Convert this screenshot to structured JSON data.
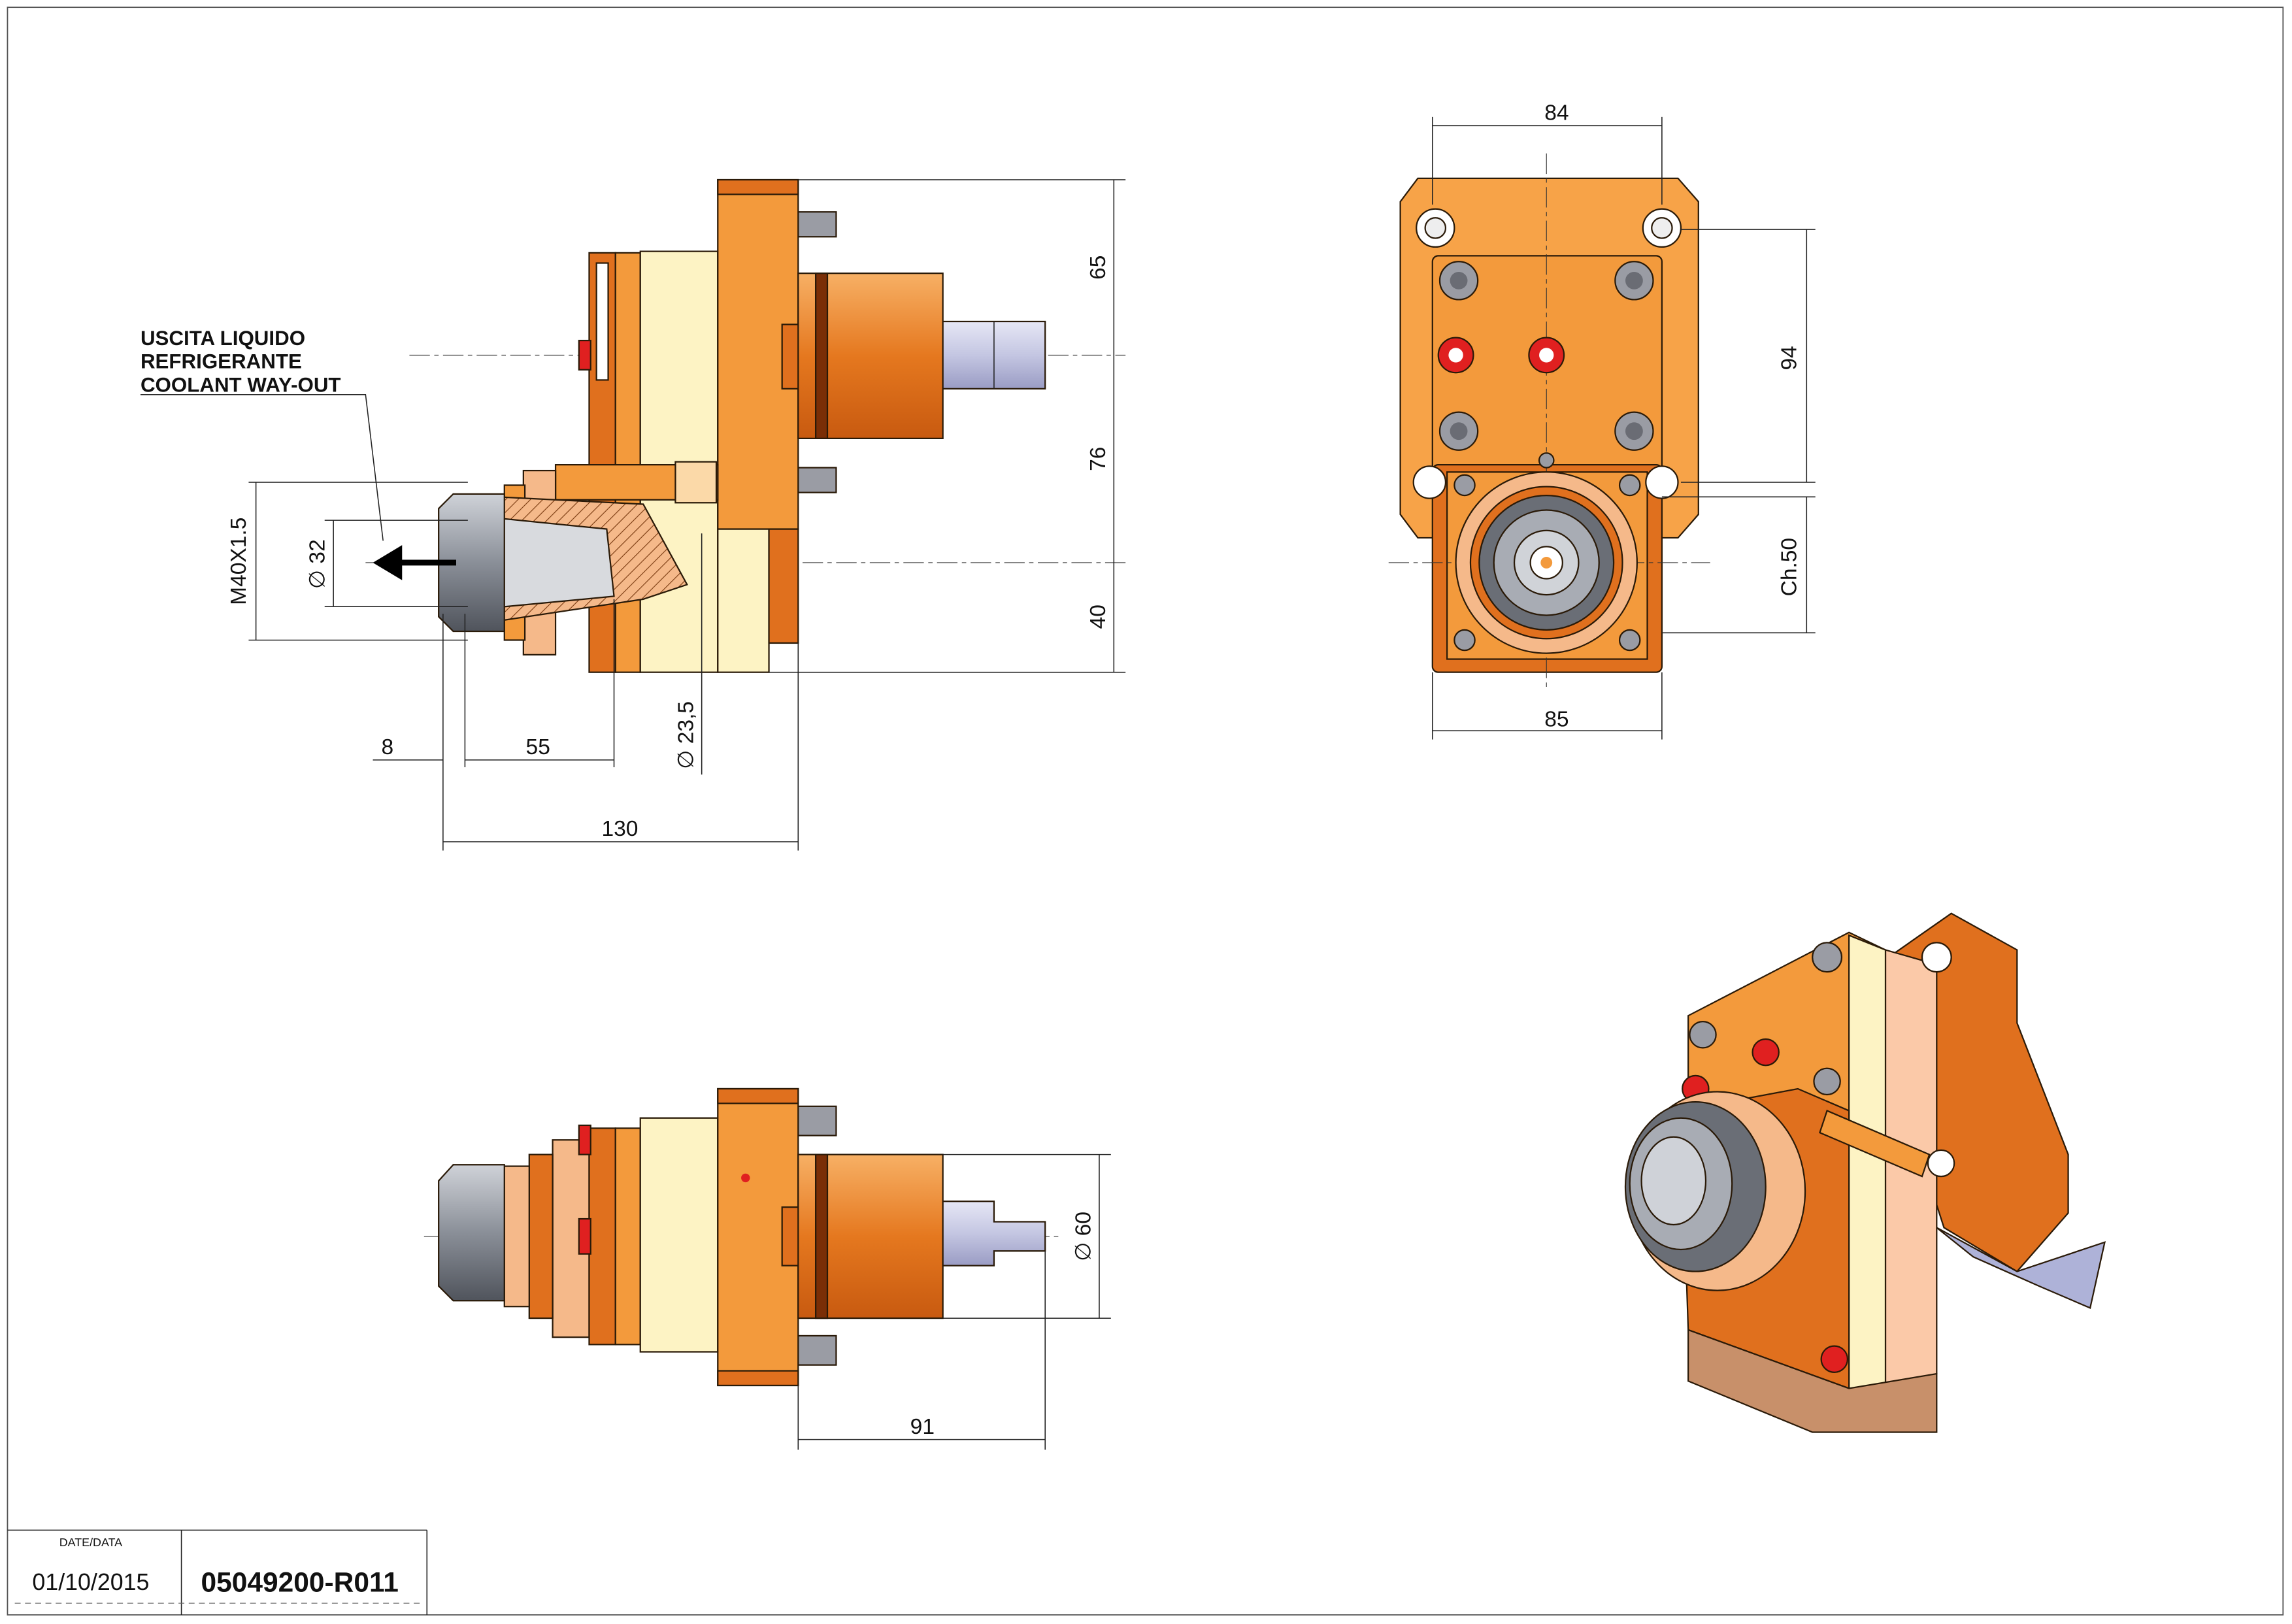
{
  "note": {
    "line1": "USCITA LIQUIDO",
    "line2": "REFRIGERANTE",
    "line3": "COOLANT WAY-OUT"
  },
  "side_view": {
    "dims": {
      "d65": "65",
      "d76": "76",
      "d40": "40",
      "thread": "M40X1.5",
      "dia32": "∅ 32",
      "d8": "8",
      "d55": "55",
      "d130": "130",
      "dia23": "∅ 23,5"
    }
  },
  "front_view": {
    "dims": {
      "d84": "84",
      "d94": "94",
      "ch50": "Ch.50",
      "d85": "85"
    }
  },
  "top_view": {
    "dims": {
      "dia60": "∅ 60",
      "d91": "91"
    }
  },
  "title_block": {
    "date_label": "DATE/DATA",
    "date": "01/10/2015",
    "code": "05049200-R011"
  },
  "colors": {
    "orange": "#f39a3c",
    "dark_orange": "#d9661a",
    "cream": "#fdf3c4",
    "shaft": "#c9cbe6",
    "red": "#e02020",
    "gray": "#8a8f98"
  }
}
